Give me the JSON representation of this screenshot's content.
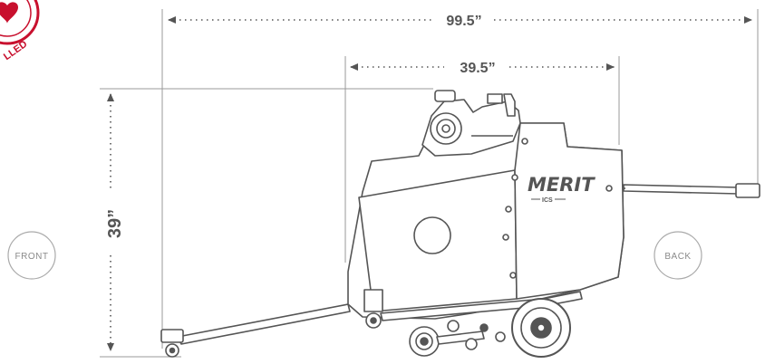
{
  "dimensions": {
    "total_length": "99.5”",
    "body_length": "39.5”",
    "height": "39”"
  },
  "labels": {
    "front": "FRONT",
    "back": "BACK"
  },
  "brand": {
    "name": "MERIT",
    "sub": "ICS"
  },
  "stamp": {
    "partial_text": "LLED"
  },
  "colors": {
    "line": "#9a9a9a",
    "outline": "#555555",
    "text": "#555555",
    "stamp": "#c8102e"
  }
}
